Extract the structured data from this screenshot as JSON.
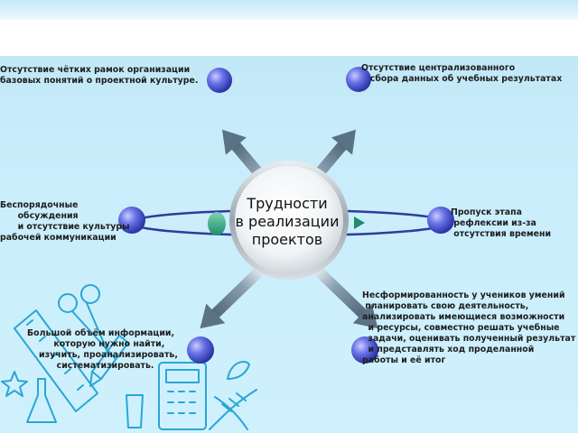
{
  "center": {
    "text": "Трудности\nв реализации\nпроектов"
  },
  "labels": {
    "top_left": "Отсутствие чётких рамок организации\nбазовых понятий о проектной культуре.",
    "top_right": "Отсутствие централизованного\n   сбора данных об учебных результатах",
    "mid_left": "Беспорядочные\n      обсуждения\n      и отсутствие культуры\nрабочей коммуникации",
    "mid_right": "Пропуск этапа\n рефлексии из-за\n отсутствия времени",
    "bottom_left": "Большой объём информации,\n         которую нужно найти,\n    изучить, проанализировать,\n          систематизировать.",
    "bottom_right": "Несформированность у учеников умений\n планировать свою деятельность,\nанализировать имеющиеся возможности\n  и ресурсы, совместно решать учебные\n  задачи, оценивать полученный результат\n  и представлять ход проделанной\nработы и её итог"
  },
  "colors": {
    "node": "#3a45c0",
    "arrow": "#6a8296",
    "background": "#c9edfb",
    "doodle": "#2aa6d6"
  }
}
